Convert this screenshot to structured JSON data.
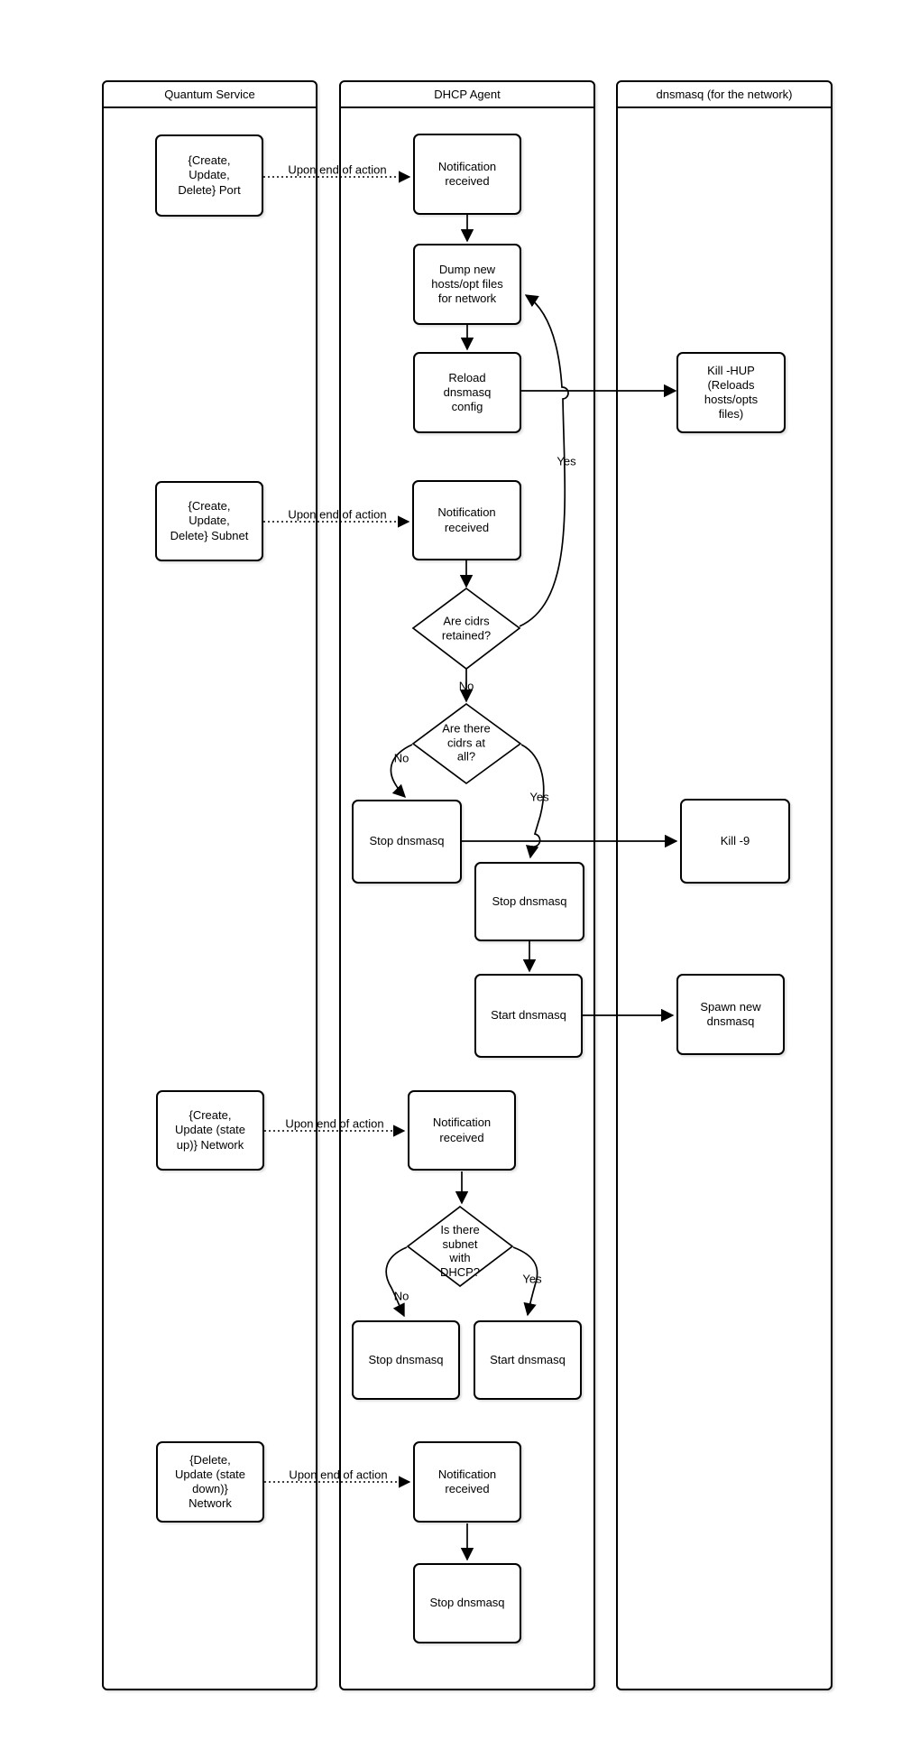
{
  "diagram": {
    "lanes": [
      {
        "title": "Quantum Service"
      },
      {
        "title": "DHCP Agent"
      },
      {
        "title": "dnsmasq (for the network)"
      }
    ],
    "nodes": {
      "port": {
        "label": "{Create,\nUpdate,\nDelete} Port"
      },
      "subnet": {
        "label": "{Create,\nUpdate,\nDelete} Subnet"
      },
      "network_up": {
        "label": "{Create,\nUpdate (state\nup)} Network"
      },
      "network_down": {
        "label": "{Delete,\nUpdate (state\ndown)}\nNetwork"
      },
      "notif_port": {
        "label": "Notification\nreceived"
      },
      "dump_files": {
        "label": "Dump new\nhosts/opt files\nfor network"
      },
      "reload_config": {
        "label": "Reload\ndnsmasq\nconfig"
      },
      "notif_subnet": {
        "label": "Notification\nreceived"
      },
      "stop_no_cidrs": {
        "label": "Stop dnsmasq"
      },
      "stop_yes_cidrs": {
        "label": "Stop dnsmasq"
      },
      "start_after_stop": {
        "label": "Start dnsmasq"
      },
      "notif_network_up": {
        "label": "Notification\nreceived"
      },
      "stop_no_dhcp": {
        "label": "Stop dnsmasq"
      },
      "start_yes_dhcp": {
        "label": "Start dnsmasq"
      },
      "notif_network_down": {
        "label": "Notification\nreceived"
      },
      "stop_final": {
        "label": "Stop dnsmasq"
      },
      "kill_hup": {
        "label": "Kill -HUP\n(Reloads\nhosts/opts\nfiles)"
      },
      "kill_9": {
        "label": "Kill -9"
      },
      "spawn_new": {
        "label": "Spawn new\ndnsmasq"
      }
    },
    "decisions": {
      "are_cidrs_retained": {
        "label": "Are cidrs\nretained?"
      },
      "are_there_cidrs": {
        "label": "Are there\ncidrs at\nall?"
      },
      "is_there_subnet": {
        "label": "Is there\nsubnet\nwith\nDHCP?"
      }
    },
    "edge_labels": {
      "upon_end_1": "Upon end of action",
      "upon_end_2": "Upon end of action",
      "upon_end_3": "Upon end of action",
      "upon_end_4": "Upon end of action",
      "yes_retained": "Yes",
      "no_retained": "No",
      "no_cidrs": "No",
      "yes_cidrs": "Yes",
      "no_dhcp": "No",
      "yes_dhcp": "Yes"
    }
  }
}
